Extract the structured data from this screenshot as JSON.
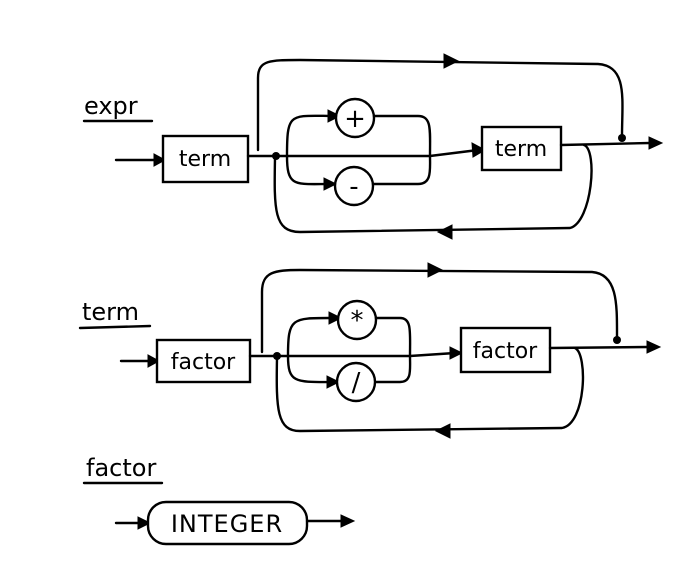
{
  "rules": {
    "expr": {
      "name": "expr",
      "first_box": "term",
      "operators": [
        "+",
        "-"
      ],
      "second_box": "term"
    },
    "term": {
      "name": "term",
      "first_box": "factor",
      "operators": [
        "*",
        "/"
      ],
      "second_box": "factor"
    },
    "factor": {
      "name": "factor",
      "terminal": "INTEGER"
    }
  }
}
